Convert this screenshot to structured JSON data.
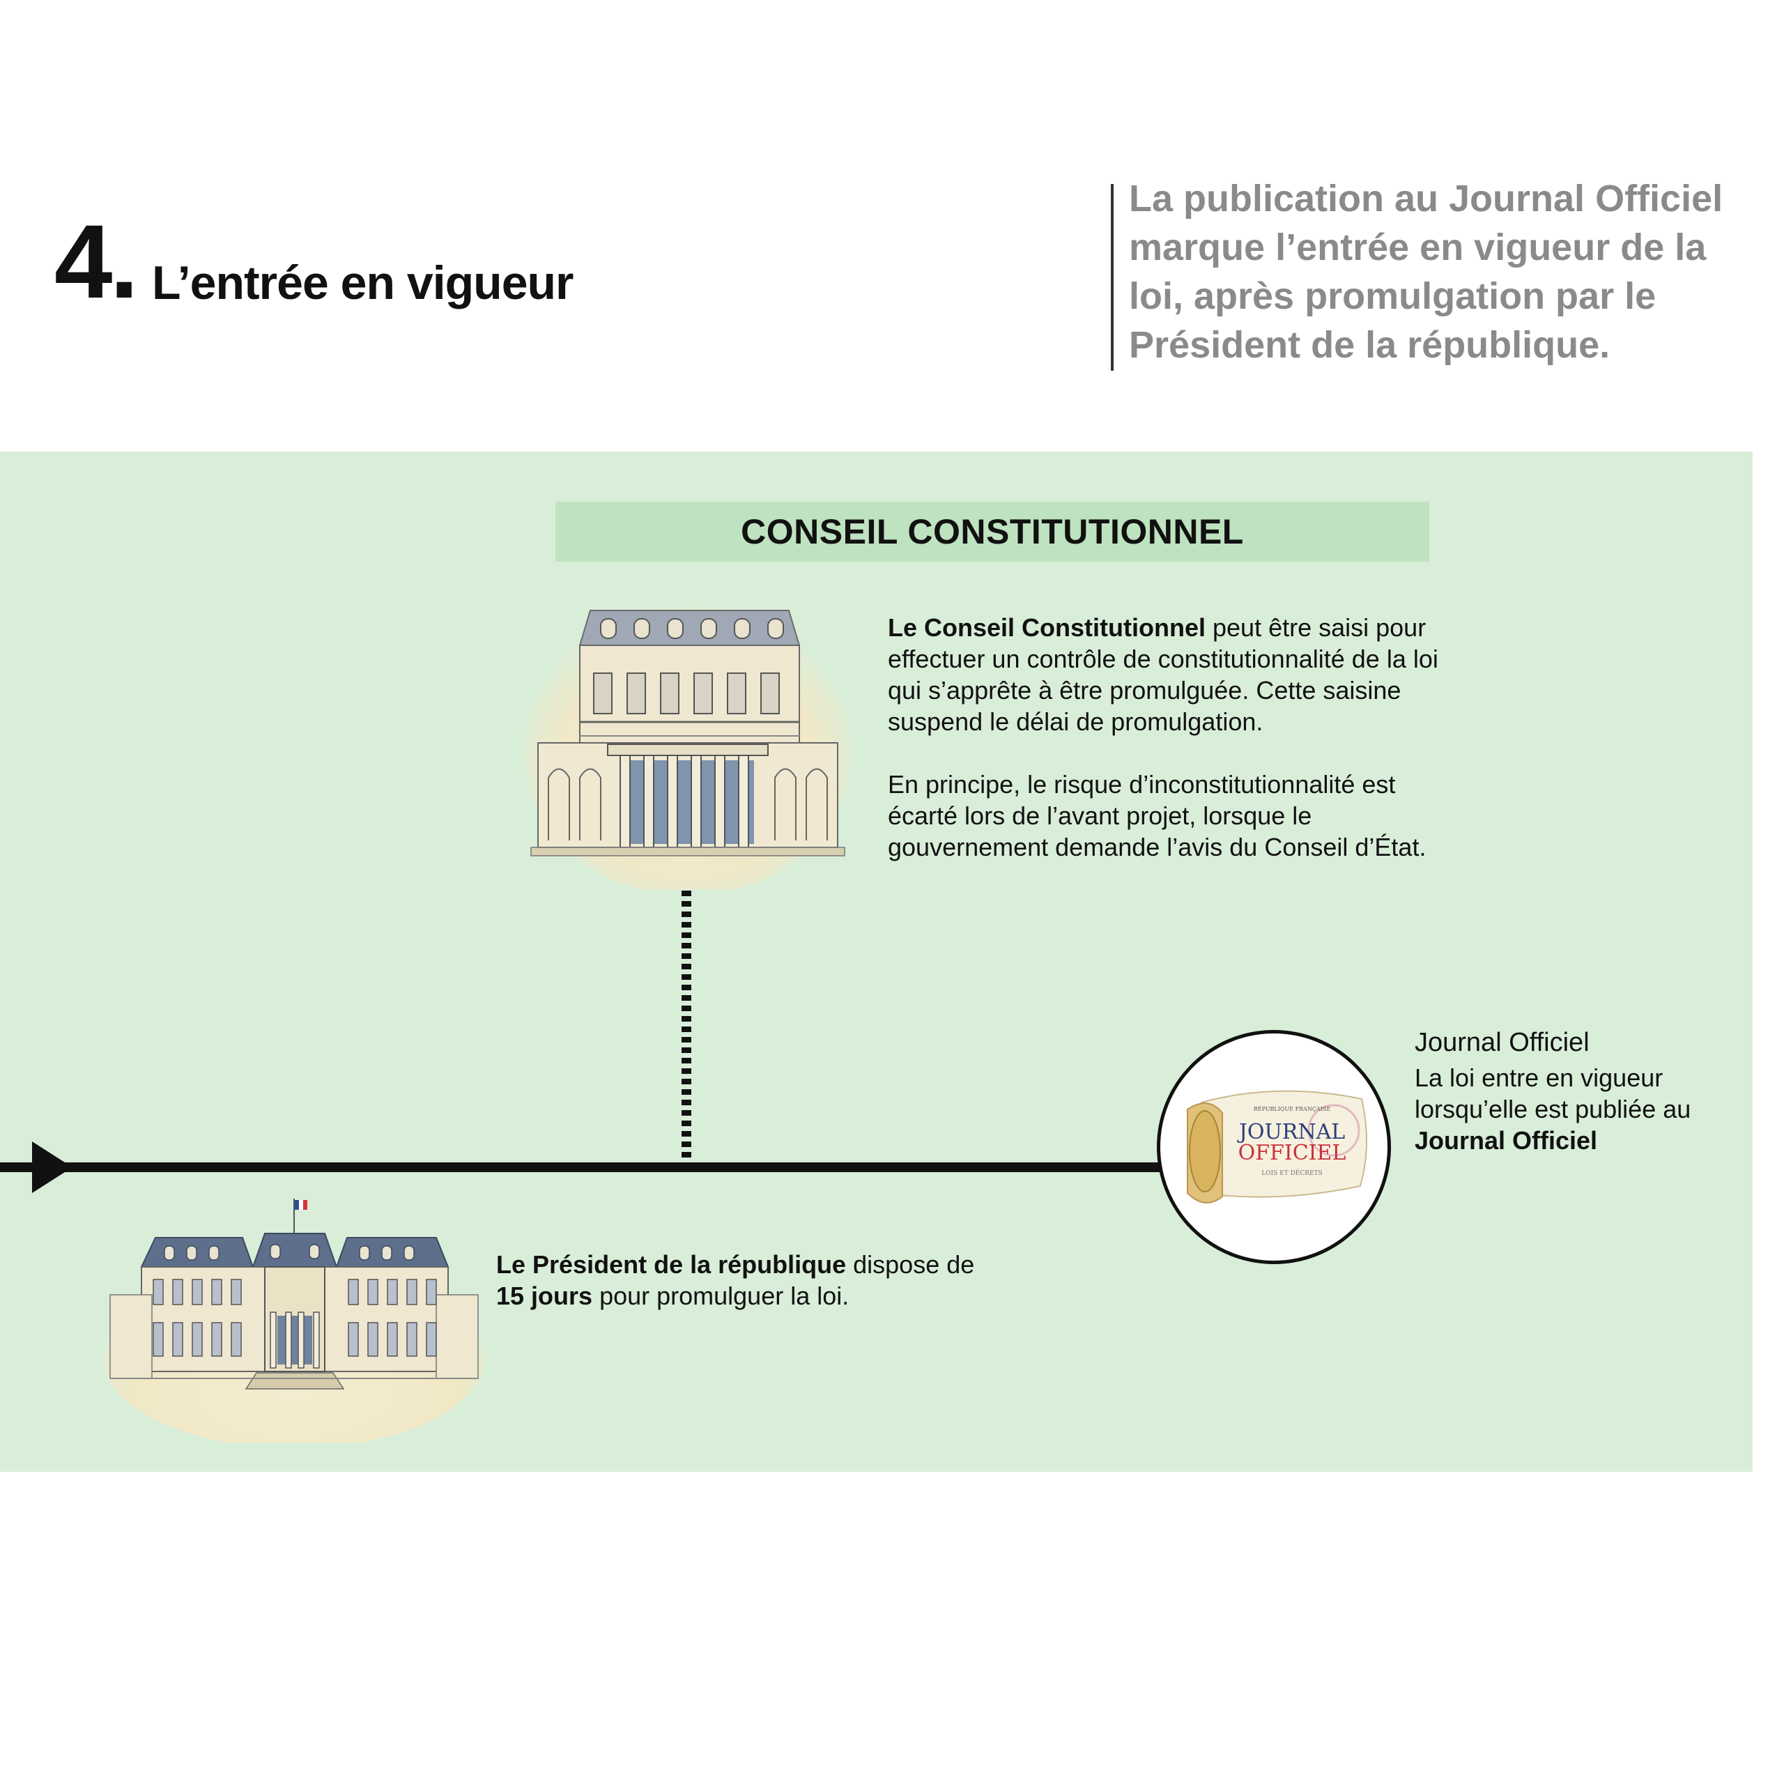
{
  "header": {
    "step_number": "4.",
    "title": "L’entrée en vigueur",
    "intro": "La publication au Journal Officiel marque l’entrée en vigueur de la loi, après promulgation par le Président de la république."
  },
  "conseil": {
    "banner": "CONSEIL CONSTITUTIONNEL",
    "p1_bold": "Le Conseil Constitutionnel",
    "p1_rest": " peut être saisi pour effectuer un contrôle de constitutionnalité de la loi qui s’apprête à être promulguée. Cette saisine suspend le délai de promulgation.",
    "p2": "En principe, le risque d’inconstitutionnalité est écarté lors de l’avant projet, lorsque le gouvernement demande l’avis du Conseil d’État."
  },
  "president": {
    "bold1": "Le Président de la république",
    "rest1": " dispose de ",
    "bold2": "15 jours",
    "rest2": " pour promulguer la loi."
  },
  "journal": {
    "title": "Journal  Officiel",
    "desc": "La loi entre en vigueur lorsqu’elle est publiée au ",
    "desc_bold": "Journal Officiel",
    "logo_top": "RÉPUBLIQUE FRANÇAISE",
    "logo_l1": "JOURNAL",
    "logo_l2": "OFFICIEL",
    "logo_bottom": "LOIS ET DÉCRETS"
  },
  "colors": {
    "panel": "#d9eed9",
    "banner": "#bfe2c0",
    "intro_text": "#8a8a8a",
    "line": "#111111"
  }
}
